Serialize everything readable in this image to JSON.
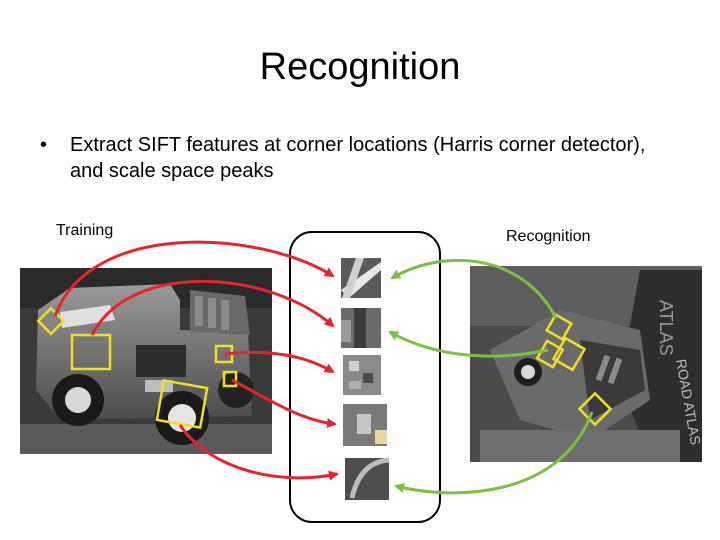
{
  "slide": {
    "title": "Recognition",
    "bullet_symbol": "•",
    "bullet_text": "Extract SIFT features at corner locations (Harris corner detector), and scale space peaks",
    "label_training": "Training",
    "label_recognition": "Recognition"
  },
  "colors": {
    "training_arrow": "#e8242b",
    "recognition_arrow": "#7ac143",
    "feature_box": "#f0e022",
    "photo_bg": "#3a3a3a"
  }
}
